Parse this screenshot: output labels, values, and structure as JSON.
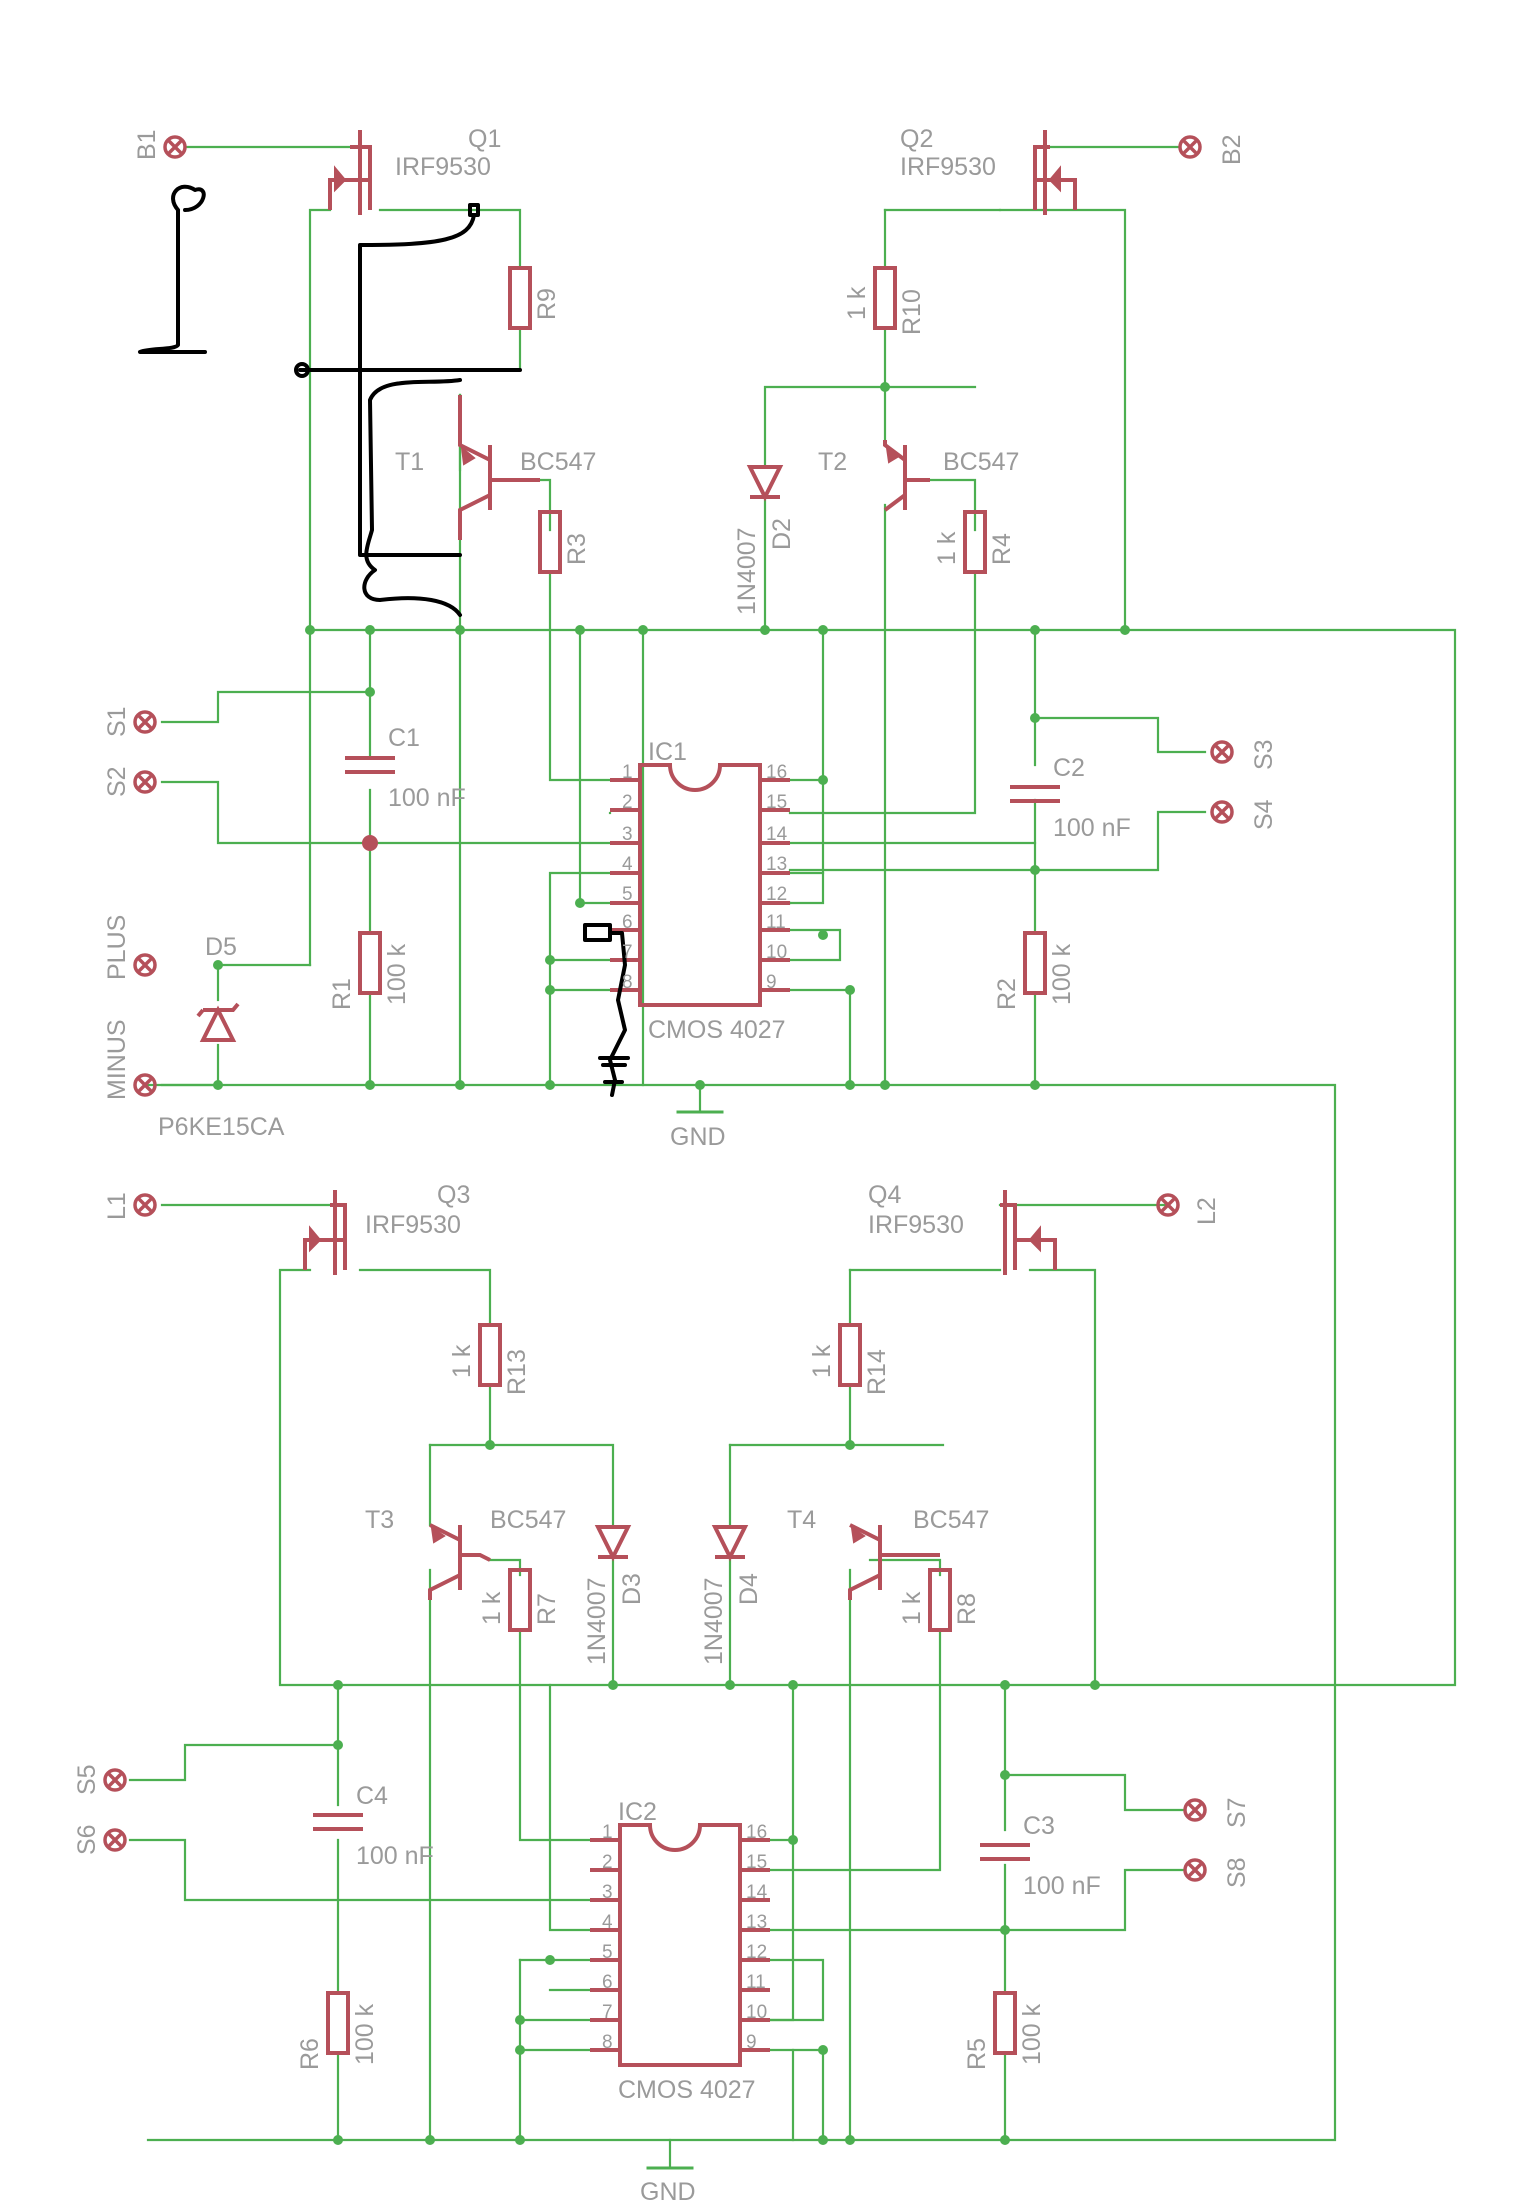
{
  "connectors": {
    "b1": "B1",
    "b2": "B2",
    "s1": "S1",
    "s2": "S2",
    "s3": "S3",
    "s4": "S4",
    "s5": "S5",
    "s6": "S6",
    "s7": "S7",
    "s8": "S8",
    "plus": "PLUS",
    "minus": "MINUS",
    "l1": "L1",
    "l2": "L2"
  },
  "mosfets": {
    "q1": {
      "name": "Q1",
      "type": "IRF9530"
    },
    "q2": {
      "name": "Q2",
      "type": "IRF9530"
    },
    "q3": {
      "name": "Q3",
      "type": "IRF9530"
    },
    "q4": {
      "name": "Q4",
      "type": "IRF9530"
    }
  },
  "transistors": {
    "t1": {
      "name": "T1",
      "type": "BC547"
    },
    "t2": {
      "name": "T2",
      "type": "BC547"
    },
    "t3": {
      "name": "T3",
      "type": "BC547"
    },
    "t4": {
      "name": "T4",
      "type": "BC547"
    }
  },
  "resistors": {
    "r1": {
      "name": "R1",
      "value": "100 k"
    },
    "r2": {
      "name": "R2",
      "value": "100 k"
    },
    "r3": {
      "name": "R3",
      "value": ""
    },
    "r4": {
      "name": "R4",
      "value": "1 k"
    },
    "r5": {
      "name": "R5",
      "value": "100 k"
    },
    "r6": {
      "name": "R6",
      "value": "100 k"
    },
    "r7": {
      "name": "R7",
      "value": "1 k"
    },
    "r8": {
      "name": "R8",
      "value": "1 k"
    },
    "r9": {
      "name": "R9",
      "value": ""
    },
    "r10": {
      "name": "R10",
      "value": "1 k"
    },
    "r13": {
      "name": "R13",
      "value": "1 k"
    },
    "r14": {
      "name": "R14",
      "value": "1 k"
    }
  },
  "capacitors": {
    "c1": {
      "name": "C1",
      "value": "100 nF"
    },
    "c2": {
      "name": "C2",
      "value": "100 nF"
    },
    "c3": {
      "name": "C3",
      "value": "100 nF"
    },
    "c4": {
      "name": "C4",
      "value": "100 nF"
    }
  },
  "diodes": {
    "d2": {
      "name": "D2",
      "type": "1N4007"
    },
    "d3": {
      "name": "D3",
      "type": "1N4007"
    },
    "d4": {
      "name": "D4",
      "type": "1N4007"
    },
    "d5": {
      "name": "D5",
      "type": "P6KE15CA"
    }
  },
  "ics": {
    "ic1": {
      "name": "IC1",
      "type": "CMOS 4027"
    },
    "ic2": {
      "name": "IC2",
      "type": "CMOS 4027"
    },
    "pins_left": [
      "1",
      "2",
      "3",
      "4",
      "5",
      "6",
      "7",
      "8"
    ],
    "pins_right": [
      "16",
      "15",
      "14",
      "13",
      "12",
      "11",
      "10",
      "9"
    ]
  },
  "ground": {
    "label": "GND"
  },
  "colors": {
    "wire": "#4caf50",
    "component": "#b5505a",
    "label": "#9a9a9a",
    "handwritten": "#000000",
    "background": "#ffffff"
  }
}
